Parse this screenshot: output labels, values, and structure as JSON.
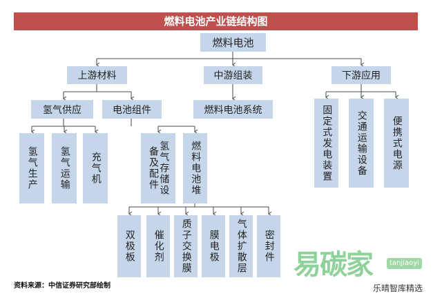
{
  "title": "燃料电池产业链结构图",
  "root": "燃料电池",
  "level1": [
    "上游材料",
    "中游组装",
    "下游应用"
  ],
  "upstream": [
    "氢气供应",
    "电池组件"
  ],
  "hydrogen_supply": [
    "氢气生产",
    "氢气运输",
    "充气机"
  ],
  "cell_components": [
    "氢气存储设备及配件",
    "燃料电池堆"
  ],
  "stack": [
    "双极板",
    "催化剂",
    "质子交换膜",
    "膜电极",
    "气体扩散层",
    "密封件"
  ],
  "midstream": [
    "燃料电池系统"
  ],
  "downstream": [
    "固定式发电装置",
    "交通运输设备",
    "便携式电源"
  ],
  "source": "资料来源：中信证券研究部绘制",
  "watermark": {
    "logo": "易碳家",
    "tag": "tanjiaoyi",
    "caption": "乐晴智库精选"
  },
  "colors": {
    "title_bg": "#c0504d",
    "box_bg": "#c6d6ea"
  }
}
